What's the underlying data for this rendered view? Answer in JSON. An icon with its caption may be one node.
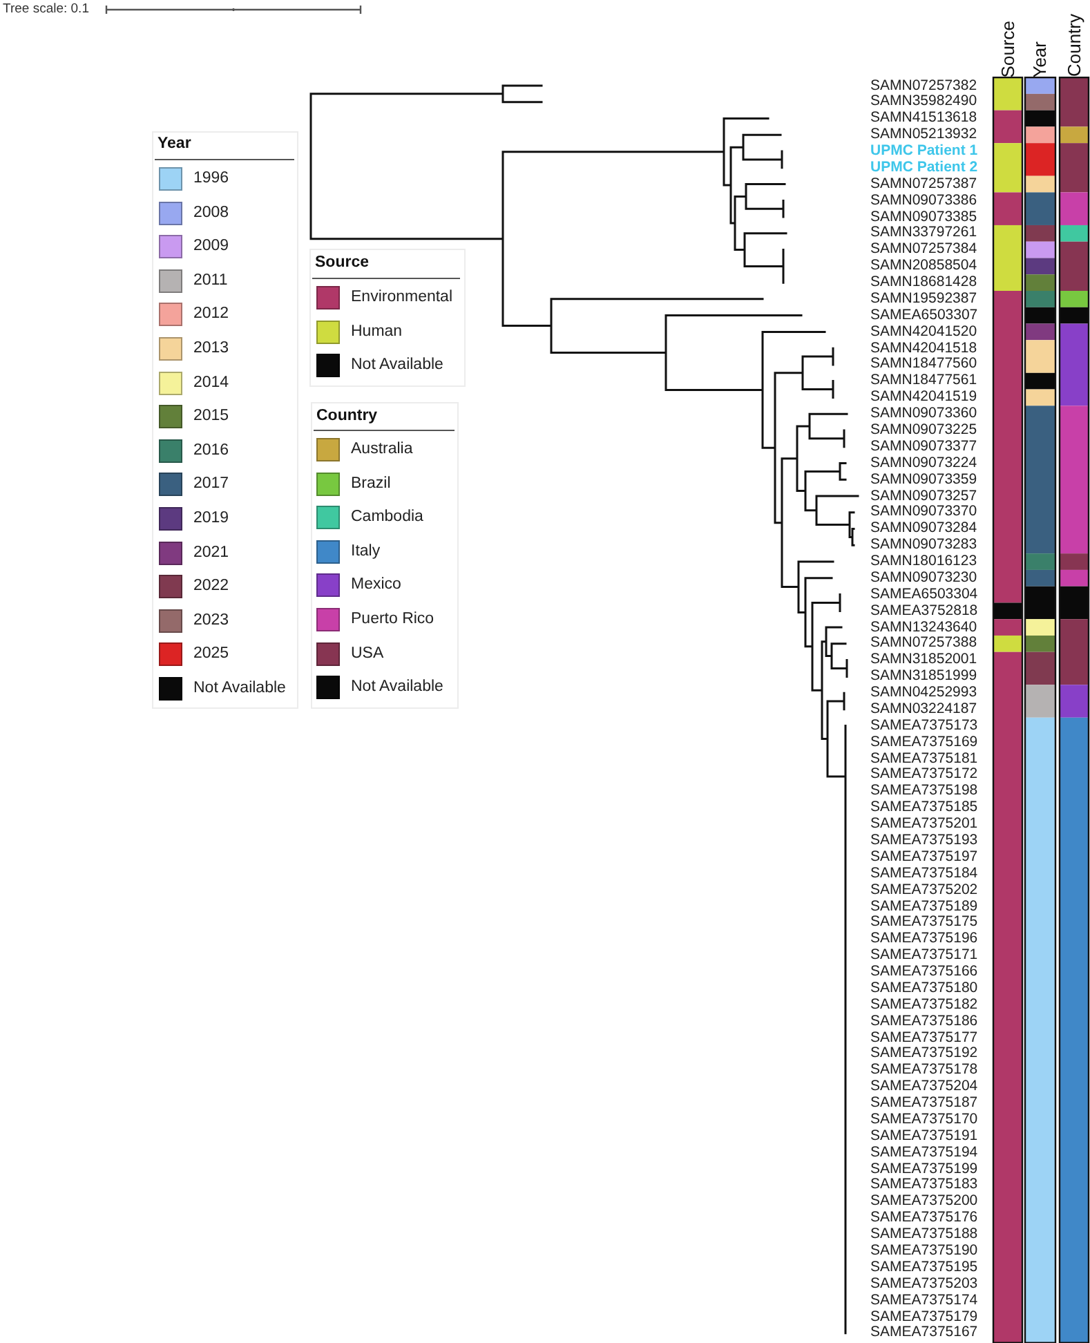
{
  "diagram": {
    "labels": [
      "Tree scale: 0.1",
      "Source",
      "Year",
      "Country",
      "SAMN07257382",
      "SAMN35982490",
      "SAMN41513618",
      "SAMN05213932",
      "UPMC Patient 1",
      "UPMC Patient 2",
      "SAMN07257387",
      "SAMN09073386",
      "SAMN09073385",
      "SAMN33797261",
      "SAMN07257384",
      "SAMN20858504",
      "SAMN18681428",
      "SAMN19592387",
      "SAMEA6503307",
      "SAMN42041520",
      "SAMN42041518",
      "SAMN18477560",
      "SAMN18477561",
      "SAMN42041519",
      "SAMN09073360",
      "SAMN09073225",
      "SAMN09073377",
      "SAMN09073224",
      "SAMN09073359",
      "SAMN09073257",
      "SAMN09073370",
      "SAMN09073284",
      "SAMN09073283",
      "SAMN18016123",
      "SAMN09073230",
      "SAMEA6503304",
      "SAMEA3752818",
      "SAMN13243640",
      "SAMN07257388",
      "SAMN31852001",
      "SAMN31851999",
      "SAMN04252993",
      "SAMN03224187",
      "SAMEA7375173",
      "SAMEA7375169",
      "SAMEA7375181",
      "SAMEA7375172",
      "SAMEA7375198",
      "SAMEA7375185",
      "SAMEA7375201",
      "SAMEA7375193",
      "SAMEA7375197",
      "SAMEA7375184",
      "SAMEA7375202",
      "SAMEA7375189",
      "SAMEA7375175",
      "SAMEA7375196",
      "SAMEA7375171",
      "SAMEA7375166",
      "SAMEA7375180",
      "SAMEA7375182",
      "SAMEA7375186",
      "SAMEA7375177",
      "SAMEA7375192",
      "SAMEA7375178",
      "SAMEA7375204",
      "SAMEA7375187",
      "SAMEA7375170",
      "SAMEA7375191",
      "SAMEA7375194",
      "SAMEA7375199",
      "SAMEA7375183",
      "SAMEA7375200",
      "SAMEA7375176",
      "SAMEA7375188",
      "SAMEA7375190",
      "SAMEA7375195",
      "SAMEA7375203",
      "SAMEA7375174",
      "SAMEA7375179",
      "SAMEA7375167",
      "Year",
      "Source",
      "Country"
    ],
    "legend": [
      {
        "text": "1996",
        "color": "#9dd3f5"
      },
      {
        "text": "2008",
        "color": "#98a8f0"
      },
      {
        "text": "2009",
        "color": "#c99af0"
      },
      {
        "text": "2011",
        "color": "#b5b2b2"
      },
      {
        "text": "2012",
        "color": "#f4a39b"
      },
      {
        "text": "2013",
        "color": "#f5d49a"
      },
      {
        "text": "2014",
        "color": "#f5f29a"
      },
      {
        "text": "2015",
        "color": "#62803a"
      },
      {
        "text": "2016",
        "color": "#3a806a"
      },
      {
        "text": "2017",
        "color": "#3a6080"
      },
      {
        "text": "2019",
        "color": "#5c3a80"
      },
      {
        "text": "2021",
        "color": "#803a80"
      },
      {
        "text": "2022",
        "color": "#803a50"
      },
      {
        "text": "2023",
        "color": "#946a6a"
      },
      {
        "text": "2025",
        "color": "#dc2424"
      },
      {
        "text": "Not Available",
        "color": "#0a0a0a"
      },
      {
        "text": "Environmental",
        "color": "#b03868"
      },
      {
        "text": "Human",
        "color": "#cfdc40"
      },
      {
        "text": "Not Available",
        "color": "#0a0a0a"
      },
      {
        "text": "Australia",
        "color": "#c8a840"
      },
      {
        "text": "Brazil",
        "color": "#78c840"
      },
      {
        "text": "Cambodia",
        "color": "#40c8a0"
      },
      {
        "text": "Italy",
        "color": "#4088c8"
      },
      {
        "text": "Mexico",
        "color": "#8840c8"
      },
      {
        "text": "Puerto Rico",
        "color": "#c840a8"
      },
      {
        "text": "USA",
        "color": "#873552"
      },
      {
        "text": "Not Available",
        "color": "#0a0a0a"
      }
    ]
  }
}
